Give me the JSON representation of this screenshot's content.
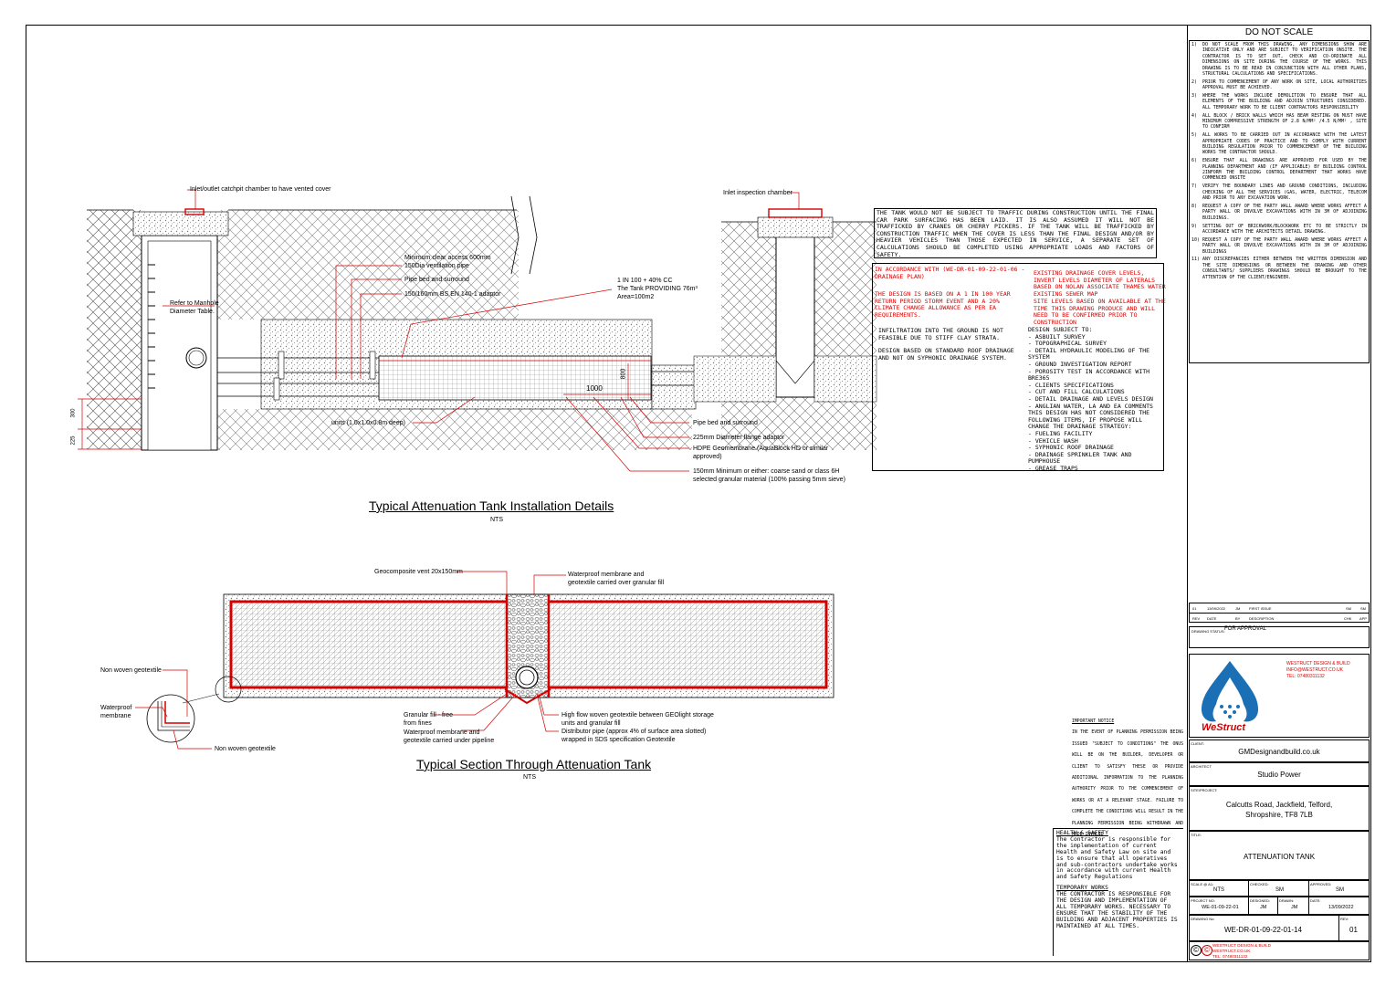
{
  "drawing": {
    "do_not_scale_title": "DO NOT SCALE",
    "do_not_scale_notes": [
      {
        "num": "1)",
        "text": "DO NOT SCALE FROM THIS DRAWING, ANY DIMENSIONS SHOW ARE INDICATIVE ONLY AND ARE SUBJECT TO VERIFICATION ONSITE. THE CONTRACTOR IS TO SET OUT, CHECK AND CO-ORDINATE ALL DIMENSIONS ON SITE DURING THE COURSE OF THE WORKS. THIS DRAWING IS TO BE READ IN CONJUNCTION WITH ALL OTHER PLANS, STRUCTURAL CALCULATIONS AND SPECIFICATIONS."
      },
      {
        "num": "2)",
        "text": "PRIOR TO COMMENCEMENT OF ANY WORK ON SITE, LOCAL AUTHORITIES APPROVAL MUST BE ACHIEVED."
      },
      {
        "num": "3)",
        "text": "WHERE THE WORKS INCLUDE DEMOLITION TO ENSURE THAT ALL ELEMENTS OF THE BUILDING AND ADJOIN STRUCTURES CONSIDERED. ALL TEMPORARY WORK TO BE CLIENT CONTRACTORS RESPONSIBILITY"
      },
      {
        "num": "4)",
        "text": "ALL BLOCK / BRICK WALLS WHICH HAS BEAM RESTING ON MUST HAVE MINIMUM COMPRESSIVE STRENGTH OF 2.8 N/MM² /4.5 N/MM² , SITE TO CONFIRM"
      },
      {
        "num": "5)",
        "text": "ALL WORKS TO BE CARRIED OUT IN ACCORDANCE WITH THE LATEST APPROPRIATE CODES OF PRACTICE AND TO COMPLY WITH CURRENT BUILDING REGULATION PRIOR TO COMMENCEMENT OF THE BUILDING WORKS THE CONTRACTOR SHOULD."
      },
      {
        "num": "6)",
        "text": "ENSURE THAT ALL DRAWINGS ARE APPROVED FOR USED BY THE PLANNING DEPARTMENT AND (IF APPLICABLE) BY BUILDING CONTROL 2INFORM THE BUILDING CONTROL DEPARTMENT THAT WORKS HAVE COMMENCED ONSITE"
      },
      {
        "num": "7)",
        "text": "VERIFY THE BOUNDARY LINES AND GROUND CONDITIONS, INCLUDING CHECKING OF ALL THE SERVICES (GAS, WATER, ELECTRIC, TELECOM AND PRIOR TO ANY EXCAVATION WORK."
      },
      {
        "num": "8)",
        "text": "REQUEST A COPY OF THE PARTY WALL AWARD WHERE WORKS AFFECT A PARTY WALL OR INVOLVE EXCAVATIONS WITH IN 3M OF ADJOINING BUILDINGS."
      },
      {
        "num": "9)",
        "text": "SETTING OUT OF BRICKWORK/BLOCKWORK ETC TO BE STRICTLY IN ACCORDANCE WITH THE ARCHITECTS DETAIL DRAWING."
      },
      {
        "num": "10)",
        "text": "REQUEST A COPY OF THE PARTY WALL AWARD WHERE WORKS AFFECT A PARTY WALL OR INVOLVE EXCAVATIONS WITH IN 3M OF ADJOINING BUILDINGS"
      },
      {
        "num": "11)",
        "text": "ANY DISCREPANCIES EITHER BETWEEN THE WRITTEN DIMENSION AND THE SITE DIMENSIONS OR BETWEEN THE DRAWING AND OTHER CONSULTANTS/ SUPPLIERS DRAWINGS SHOULD BE BROUGHT TO THE ATTENTION OF THE CLIENT/ENGINEER."
      }
    ],
    "detail1": {
      "title": "Typical Attenuation Tank Installation Details",
      "scale": "NTS",
      "labels": {
        "inlet_outlet": "Inlet/outlet catchpit chamber to have vented cover",
        "min_access": "Minimum clear access 600mm",
        "vent_pipe": "150Dia ventilation pipe",
        "pipe_bed_top": "Pipe bed and surround",
        "adaptor_160": "150/160mm BS EN 140-1 adaptor",
        "manhole": "Refer to Manhole Diameter Table.",
        "gradient": "1 IN 100 + 40% CC",
        "tank_providing": "The Tank PROVIDING 76m³",
        "area": "Area=100m2",
        "inspection": "Inlet inspection chamber",
        "units": "units (1.0x1.0x0.8m deep)",
        "pipe_bed_bottom": "Pipe bed and surround",
        "flange": "225mm Diameter flange adaptor",
        "hdpe": "HDPE Geomembrane (AquaBlock HD or similar approved)",
        "granular": "150mm Minimum or either: coarse sand or class 6H selected granular material (100% passing 5mm sieve)",
        "dim_1000": "1000",
        "dim_800": "800",
        "dim_300": "300",
        "dim_225": "225"
      }
    },
    "detail2": {
      "title": "Typical Section Through Attenuation Tank",
      "scale": "NTS",
      "labels": {
        "geocomposite": "Geocomposite vent 20x150mm",
        "membrane_over": "Waterproof membrane and geotextile carried over granular fill",
        "non_woven_1": "Non woven geotextile",
        "waterproof": "Waterproof membrane",
        "non_woven_2": "Non woven geotextile",
        "granular_fill": "Granular fill - free from fines",
        "membrane_under": "Waterproof membrane and geotextile carried under pipeline",
        "high_flow": "High flow woven geotextile between GEOlight storage units and granular fill",
        "distributor": "Distributor pipe (approx 4% of surface area slotted) wrapped in SDS specification Geotextile"
      }
    },
    "notes": {
      "traffic": "THE TANK WOULD NOT BE SUBJECT TO TRAFFIC DURING CONSTRUCTION UNTIL THE FINAL CAR PARK SURFACING HAS BEEN LAID. IT IS ALSO ASSUMED IT WILL NOT BE TRAFFICKED BY CRANES OR CHERRY PICKERS. IF THE TANK WILL BE TRAFFICKED BY CONSTRUCTION TRAFFIC WHEN THE COVER IS LESS THAN THE FINAL DESIGN AND/OR BY HEAVIER VEHICLES THAN THOSE EXPECTED IN SERVICE, A SEPARATE SET OF CALCULATIONS SHOULD BE COMPLETED USING APPROPRIATE LOADS AND FACTORS OF SAFETY.",
      "accordance": "IN ACCORDANCE WITH (WE-DR-01-09-22-01-06 - DRAINAGE PLAN)",
      "design_basis": "THE DESIGN IS BASED ON A 1 IN 100 YEAR RETURN PERIOD STORM EVENT AND A 20% CLIMATE CHANGE ALLOWANCE AS PER EA REQUIREMENTS.",
      "infiltration": "INFILTRATION INTO THE GROUND IS NOT FEASIBLE DUE TO STIFF CLAY STRATA.",
      "roof": "DESIGN BASED ON STANDARD ROOF DRAINAGE AND NOT ON SYPHONIC DRAINAGE SYSTEM.",
      "existing": "EXISTING DRAINAGE COVER LEVELS, INVERT LEVELS DIAMETER OF LATERALS BASED ON NOLAN ASSOCIATE THAMES WATER EXISTING SEWER MAP",
      "site_levels": "SITE LEVELS BASED ON AVAILABLE AT THE TIME THIS DRAWING PRODUCE AND WILL NEED TO BE CONFIRMED PRIOR TO CONSTRUCTION",
      "design_subject": [
        "DESIGN SUBJECT TO:",
        "- ASBUILT SURVEY",
        "- TOPOGRAPHICAL SURVEY",
        "- DETAIL HYDRAULIC MODELING OF THE SYSTEM",
        "- GROUND INVESTIGATION REPORT",
        "- POROSITY TEST IN ACCORDANCE WITH BRE365",
        "- CLIENTS SPECIFICATIONS",
        "- CUT AND FILL CALCULATIONS",
        "- DETAIL DRAINAGE AND LEVELS DESIGN",
        "- ANGLIAN WATER, LA AND EA COMMENTS",
        "THIS DESIGN HAS NOT CONSIDERED THE FOLLOWING ITEMS, IF PROPOSE WILL CHANGE THE DRAINAGE STRATEGY:",
        "- FUELING FACILITY",
        "- VEHICLE WASH",
        "- SYPHONIC ROOF DRAINAGE",
        "- DRAINAGE SPRINKLER TANK AND PUMPHOUSE",
        "- GREASE TRAPS"
      ],
      "important_title": "IMPORTANT NOTICE",
      "important": "IN THE EVENT OF PLANNING PERMISSION BEING ISSUED \"SUBJECT TO CONDITIONS\" THE ONUS WILL BE ON THE BUILDER, DEVELOPER OR CLIENT TO SATISFY THESE OR PROVIDE ADDITIONAL INFORMATION TO THE PLANNING AUTHORITY PRIOR TO THE COMMENCEMENT OF WORKS OR AT A RELEVANT STAGE. FAILURE TO COMPLETE THE CONDITIONS WILL RESULT IN THE PLANNING PERMISSION BEING WITHDRAWN AND MADE INVALID",
      "hs_title": "HEALTH & SAFETY",
      "hs": "The Contractor is responsible for the implementation of current Health and Safety Law on site and is to ensure that all operatives and sub-contractors undertake works in accordance with current Health and Safety Regulations",
      "temp_title": "TEMPORARY WORKS",
      "temp": "THE CONTRACTOR IS RESPONSIBLE FOR THE DESIGN AND IMPLEMENTATION OF ALL TEMPORARY WORKS. NECESSARY TO ENSURE THAT THE STABILITY OF THE BUILDING AND ADJACENT PROPERTIES IS MAINTAINED AT ALL TIMES."
    },
    "title_block": {
      "rev_row": {
        "rev": "01",
        "date": "13/09/2022",
        "by": "JM",
        "desc": "FIRST ISSUE",
        "chk": "SM",
        "app": "SM"
      },
      "rev_headers": {
        "rev": "REV",
        "date": "DATE",
        "by": "BY",
        "desc": "DESCRIPTION",
        "chk": "CHK",
        "app": "APP"
      },
      "status_label": "DRAWING STATUS:",
      "status": "FOR APPROVAL",
      "company_lines": [
        "WESTRUCT DESIGN & BUILD",
        "INFO@WESTRUCT.CO.UK",
        "TEL: 07480311132"
      ],
      "logo_text": "WeStruct",
      "client_label": "CLIENT:",
      "client": "GMDesignandbuild.co.uk",
      "architect_label": "ARCHITECT",
      "architect": "Studio Power",
      "site_label": "SITE/PROJECT:",
      "site_line1": "Calcutts Road, Jackfield, Telford,",
      "site_line2": "Shropshire, TF8 7LB",
      "title_label": "TITLE:",
      "title": "ATTENUATION TANK",
      "scale_label": "SCALE @ A1:",
      "scale": "NTS",
      "checked_label": "CHECKED:",
      "checked": "SM",
      "approved_label": "APPROVED:",
      "approved": "SM",
      "project_label": "PROJECT NO:",
      "project": "WE-01-09-22-01",
      "designed_label": "DESIGNED:",
      "designed": "JM",
      "drawn_label": "DRAWN:",
      "drawn": "JM",
      "date_label": "DATE:",
      "date": "13/09/2022",
      "drawing_label": "DRAWING No:",
      "drawing_no": "WE-DR-01-09-22-01-14",
      "rev_label": "REV:",
      "rev": "01",
      "footer_lines": [
        "WESTRUCT DESIGN & BUILD",
        "WESTRUCT.CO.UK",
        "TEL: 07480311132"
      ]
    },
    "colors": {
      "accent": "#d40000",
      "logo_blue": "#1a6fb5"
    }
  }
}
